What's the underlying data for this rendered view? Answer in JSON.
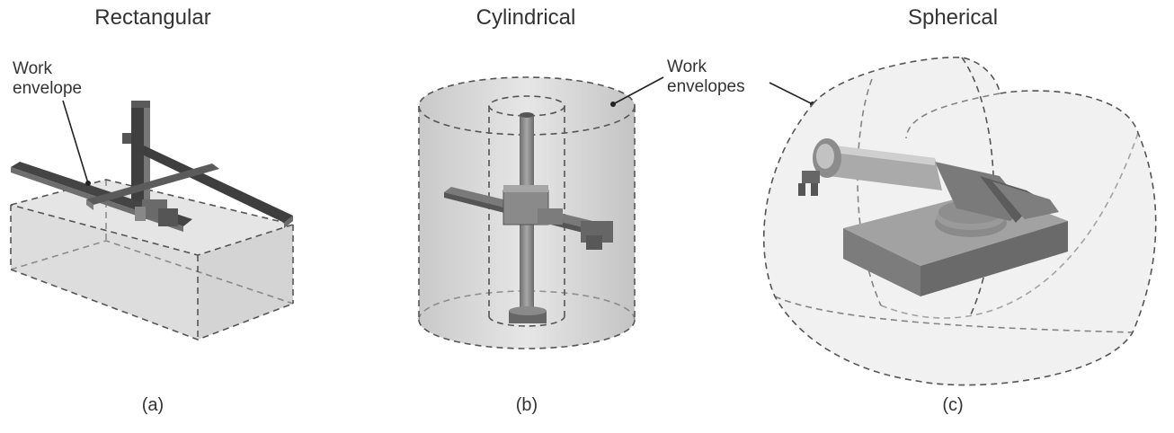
{
  "panels": [
    {
      "title": "Rectangular",
      "caption": "(a)"
    },
    {
      "title": "Cylindrical",
      "caption": "(b)"
    },
    {
      "title": "Spherical",
      "caption": "(c)"
    }
  ],
  "callouts": {
    "rect_line1": "Work",
    "rect_line2": "envelope",
    "shared_line1": "Work",
    "shared_line2": "envelopes"
  },
  "colors": {
    "envelope_fill": "#dcdcdc",
    "structure_dark": "#4a4a4a",
    "structure_mid": "#8a8a8a",
    "structure_light": "#b5b5b5"
  }
}
